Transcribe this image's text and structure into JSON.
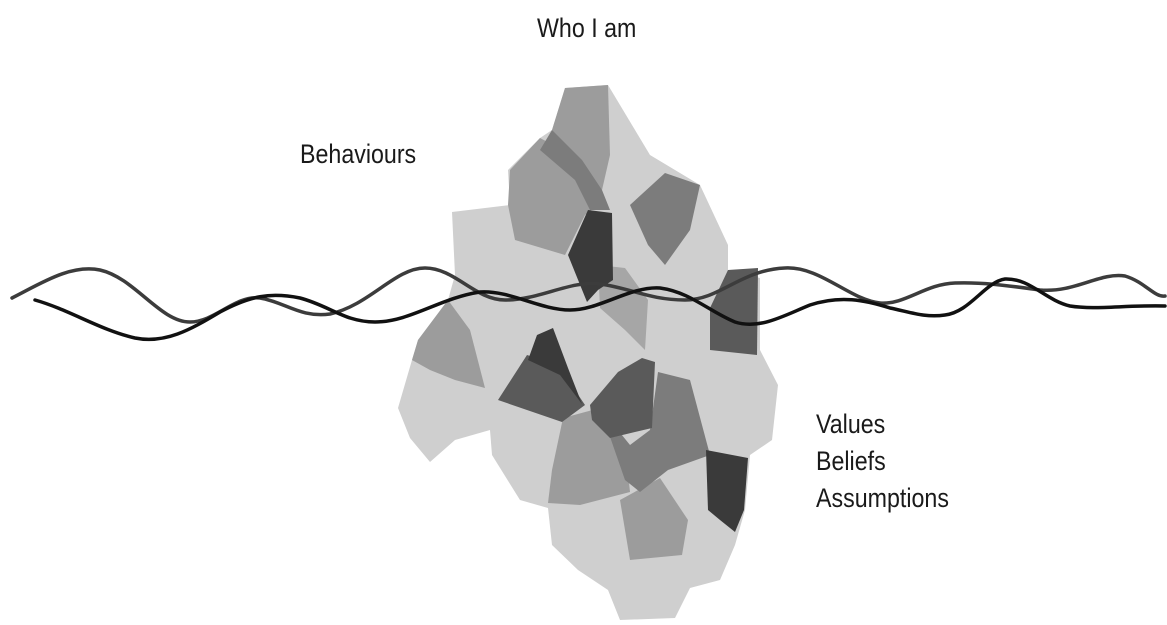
{
  "title": "Who I am",
  "above_water_label": "Behaviours",
  "below_water_labels": [
    "Values",
    "Beliefs",
    "Assumptions"
  ],
  "colors": {
    "background": "#ffffff",
    "light_gray": "#cfcfcf",
    "mid_gray": "#9c9c9c",
    "medium_dark_gray": "#7c7c7c",
    "dark_gray": "#5a5a5a",
    "darkest_gray": "#3a3a3a",
    "wave_primary": "#111111",
    "wave_secondary": "#3c3c3c",
    "text": "#1a1a1a"
  }
}
